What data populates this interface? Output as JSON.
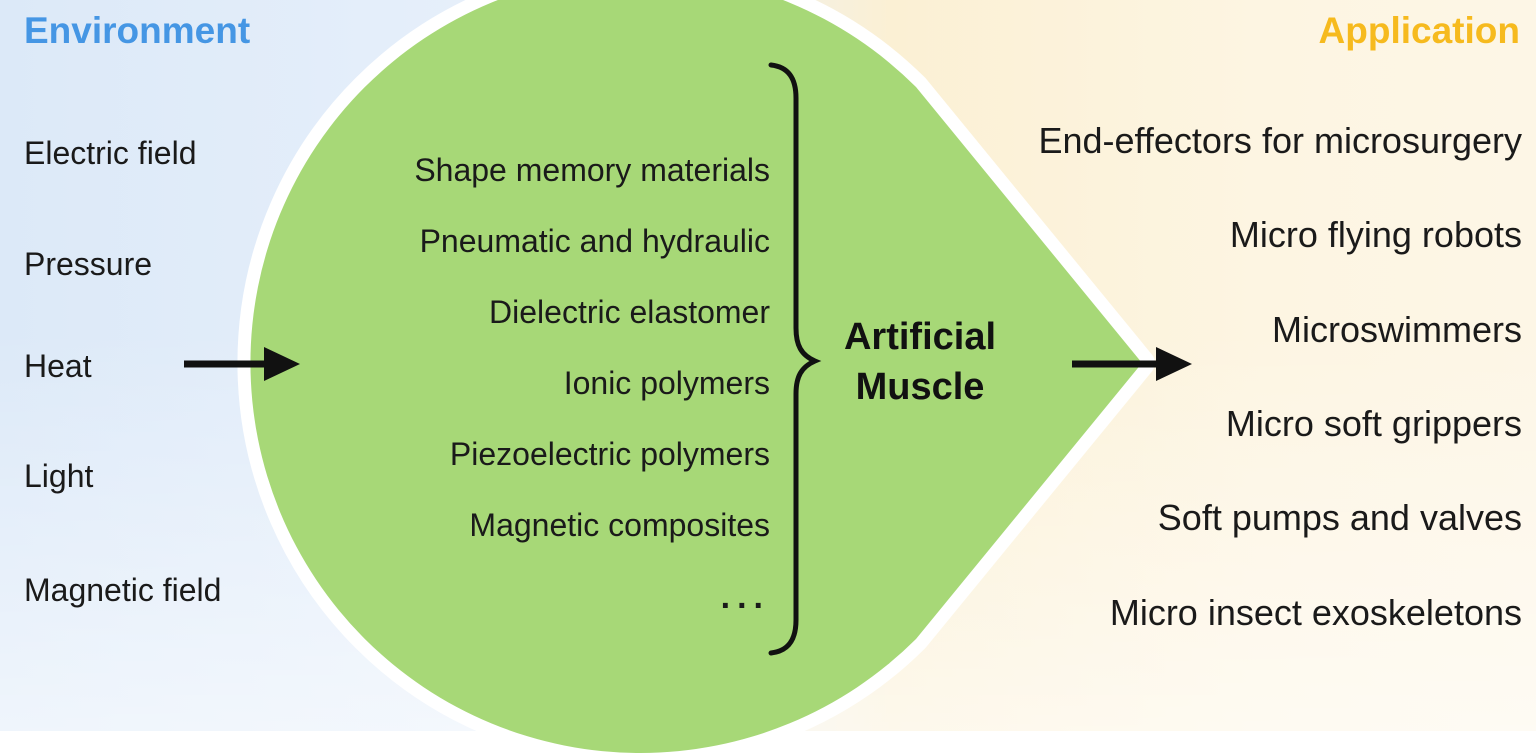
{
  "figure": {
    "type": "concept-diagram",
    "subject": "Artificial Muscle stimuli, material classes and micro-robotic applications"
  },
  "environment": {
    "title": "Environment",
    "title_color": "#4596E4",
    "items": [
      "Electric field",
      "Pressure",
      "Heat",
      "Light",
      "Magnetic field"
    ]
  },
  "materials": {
    "items": [
      "Shape memory materials",
      "Pneumatic and hydraulic",
      "Dielectric elastomer",
      "Ionic polymers",
      "Piezoelectric polymers",
      "Magnetic composites"
    ],
    "ellipsis": "..."
  },
  "center": {
    "label_line1": "Artificial",
    "label_line2": "Muscle"
  },
  "application": {
    "title": "Application",
    "title_color": "#F6BA1E",
    "items": [
      "End-effectors for microsurgery",
      "Micro flying robots",
      "Microswimmers",
      "Micro soft grippers",
      "Soft pumps and valves",
      "Micro insect exoskeletons"
    ]
  },
  "icons": {
    "left_arrow": "right-arrow",
    "right_arrow": "right-arrow",
    "brace": "right-curly-brace"
  },
  "colors": {
    "bubble_green": "#A7D877",
    "bubble_outline": "#FFFFFF",
    "background_left_blue": "#DCE9F8",
    "background_right_cream": "#FDF5E2",
    "text": "#1A1A1A",
    "arrow_black": "#111111"
  }
}
